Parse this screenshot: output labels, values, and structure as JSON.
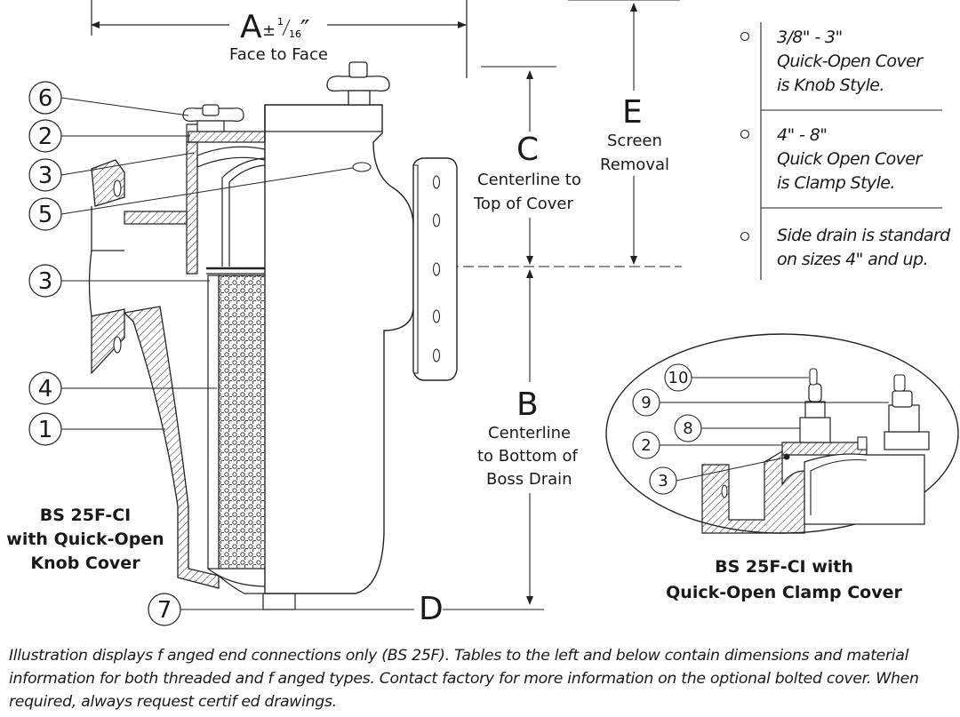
{
  "dimensions": {
    "a_letter": "A",
    "a_tolerance": "±",
    "a_frac_num": "1",
    "a_frac_den": "16",
    "a_inch": "″",
    "a_label": "Face to Face",
    "c_letter": "C",
    "c_label_1": "Centerline to",
    "c_label_2": "Top of Cover",
    "e_letter": "E",
    "e_label_1": "Screen",
    "e_label_2": "Removal",
    "b_letter": "B",
    "b_label_1": "Centerline",
    "b_label_2": "to Bottom of",
    "b_label_3": "Boss Drain",
    "d_letter": "D"
  },
  "callouts_main": [
    "6",
    "2",
    "3",
    "5",
    "3",
    "4",
    "1",
    "7"
  ],
  "callouts_detail": [
    "10",
    "9",
    "8",
    "2",
    "3"
  ],
  "notes": [
    {
      "line1": "3/8\" - 3\"",
      "line2": "Quick-Open Cover",
      "line3": "is Knob Style."
    },
    {
      "line1": "4\" - 8\"",
      "line2": "Quick Open Cover",
      "line3": "is Clamp Style."
    },
    {
      "line1": "Side drain is standard",
      "line2": "on sizes 4\" and up.",
      "line3": ""
    }
  ],
  "main_title": {
    "line1": "BS 25F-CI",
    "line2": "with Quick-Open",
    "line3": "Knob Cover"
  },
  "detail_title": {
    "line1": "BS 25F-CI with",
    "line2": "Quick-Open Clamp Cover"
  },
  "caption": {
    "line1": "Illustration displays f anged end connections only (BS 25F). Tables to the left and below contain dimensions and material",
    "line2": "information for both threaded and f anged types. Contact factory for more information on the optional bolted cover.  When",
    "line3": "required, always request certif ed drawings."
  }
}
